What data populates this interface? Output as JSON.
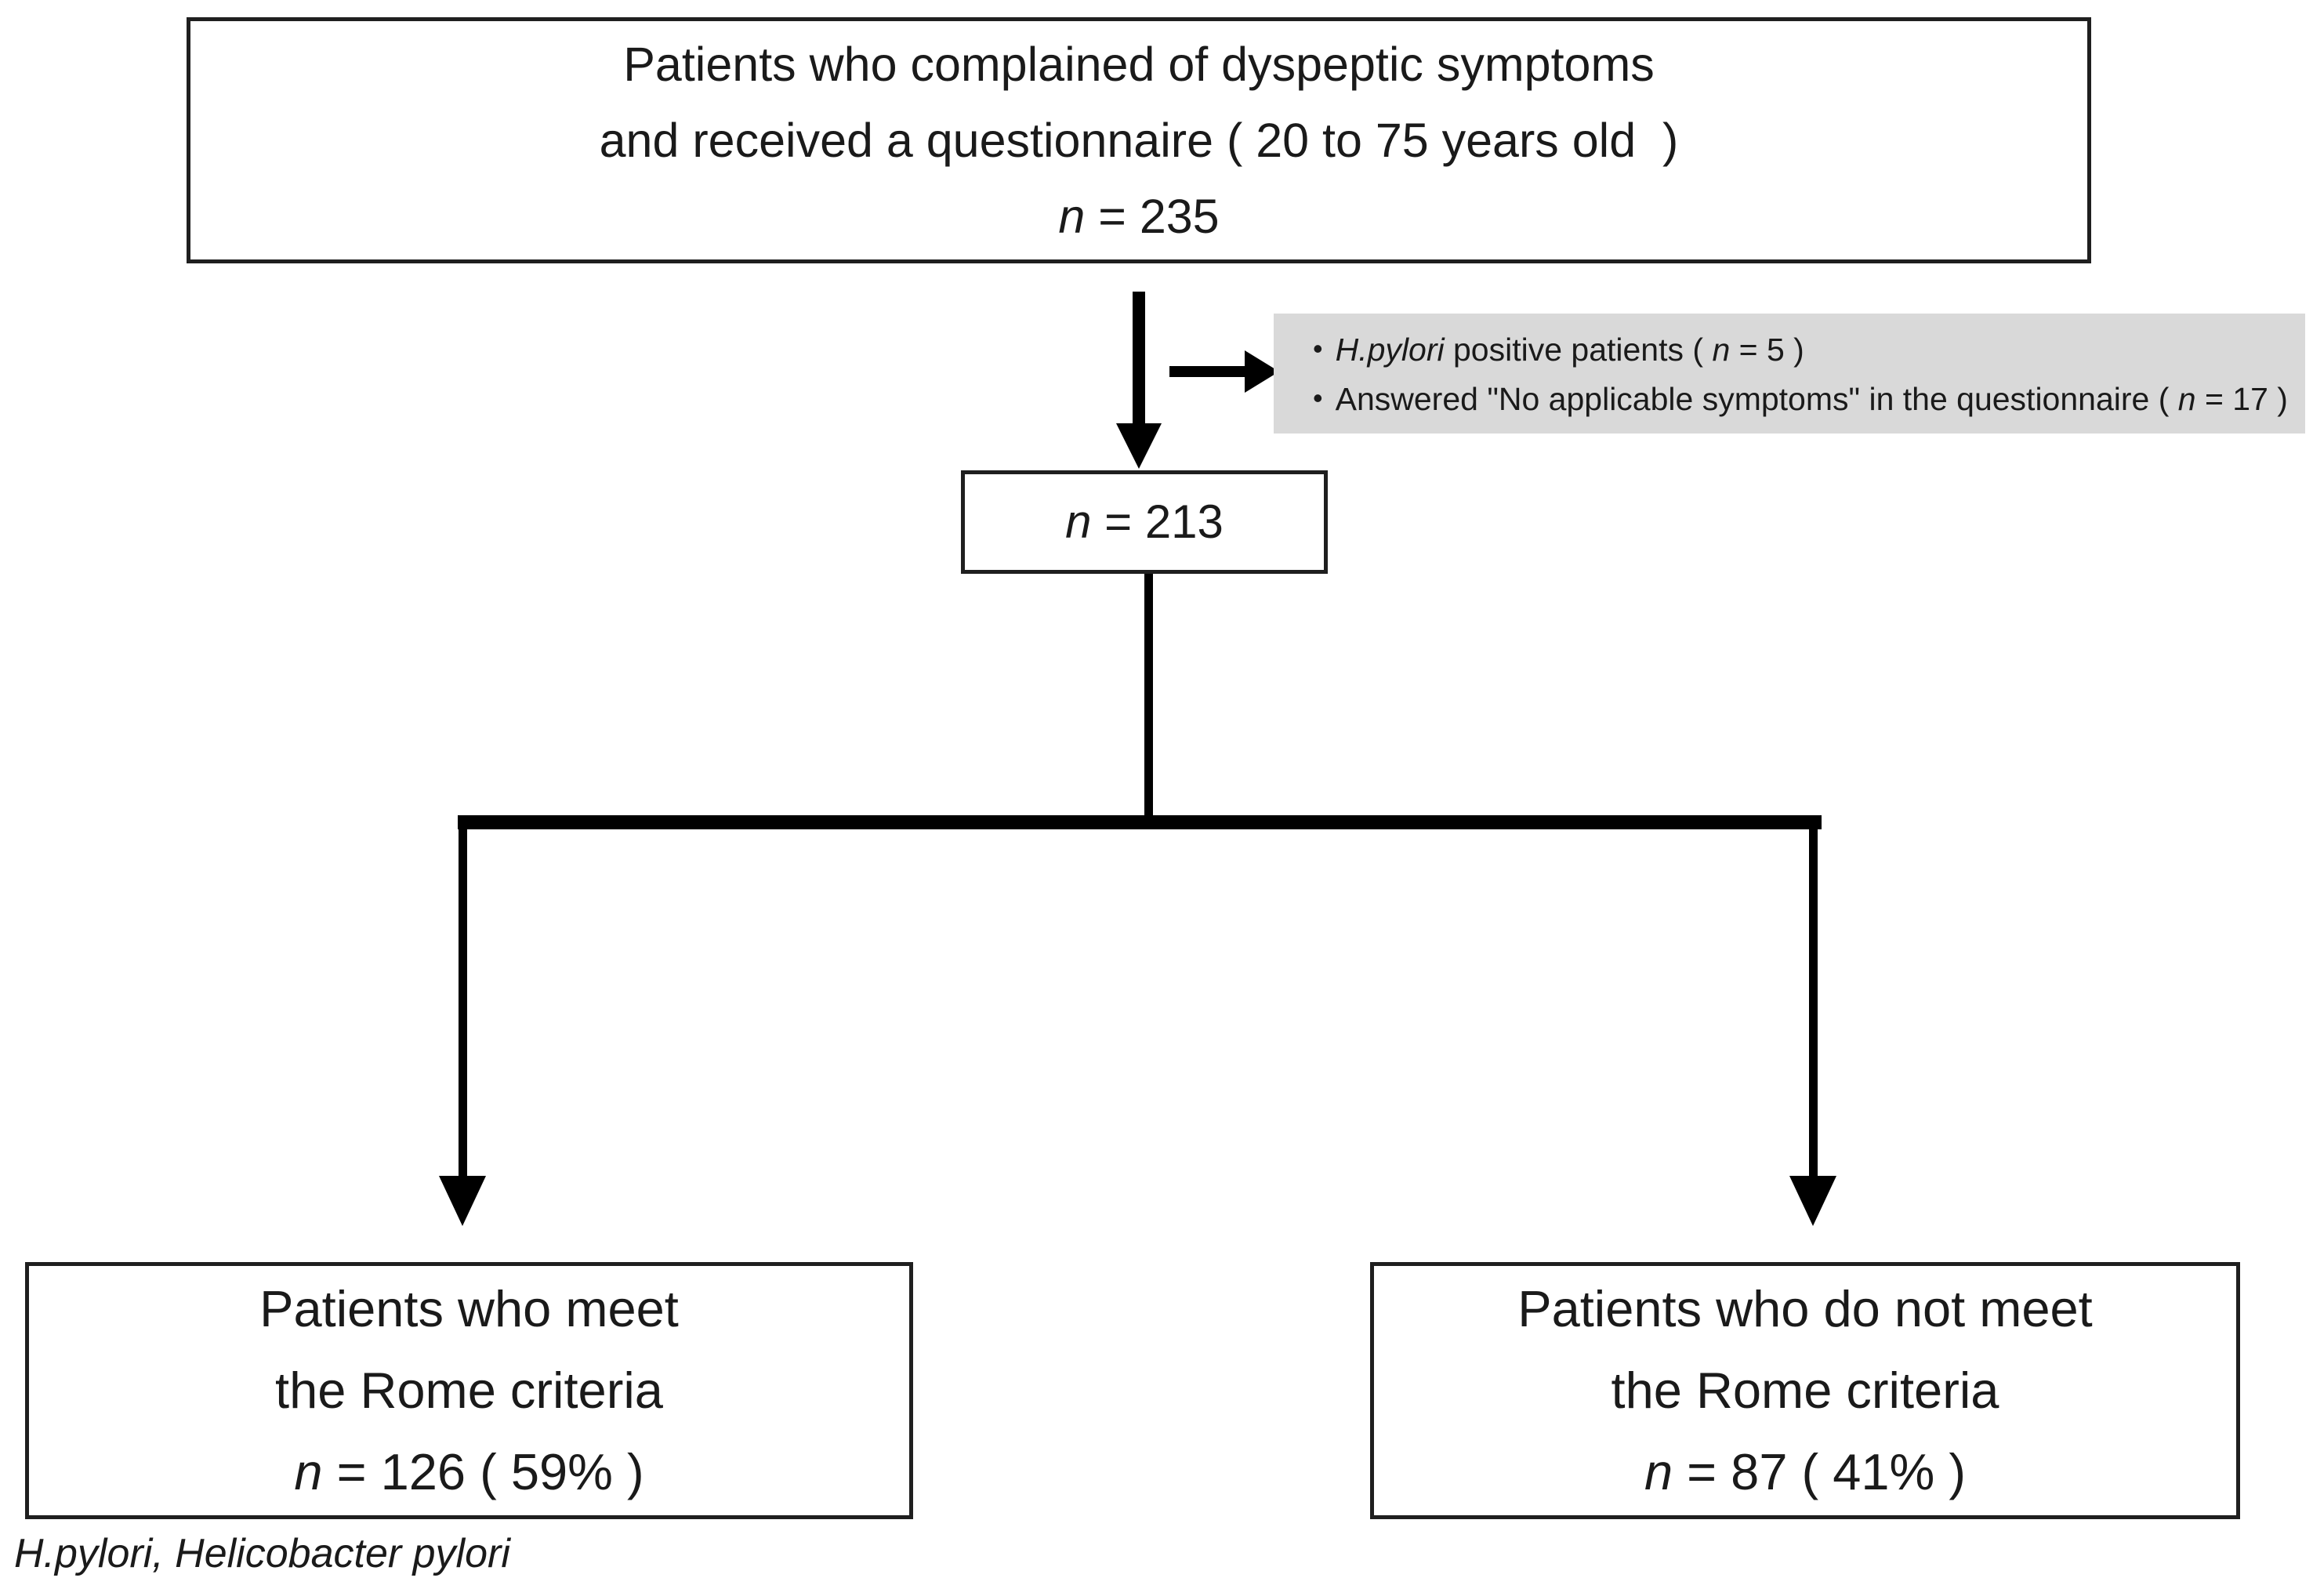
{
  "diagram": {
    "top_box": {
      "line1": "Patients who complained of dyspeptic symptoms",
      "line2": "and received a questionnaire ( 20 to 75 years old  )",
      "n_label": "n",
      "n_value": " = 235"
    },
    "exclusion_box": {
      "bullet": "•",
      "item1_italic": "H.pylori",
      "item1_text": " positive patients ( ",
      "item1_n": "n",
      "item1_value": " = 5 )",
      "item2_text": "Answered \"No applicable symptoms\" in the questionnaire ( ",
      "item2_n": "n",
      "item2_value": " = 17 )"
    },
    "mid_box": {
      "n_label": "n",
      "n_value": " = 213"
    },
    "left_box": {
      "line1": "Patients who meet",
      "line2": "the Rome criteria",
      "n_label": "n",
      "n_value": " = 126 ( 59% )"
    },
    "right_box": {
      "line1": "Patients who do not meet",
      "line2": "the Rome criteria",
      "n_label": "n",
      "n_value": " = 87 ( 41% )"
    },
    "footnote": "H.pylori, Helicobacter pylori",
    "colors": {
      "box_border": "#1f1f1f",
      "exclusion_bg": "#d9d9d9",
      "text": "#1a1a1a",
      "line": "#000000"
    }
  }
}
